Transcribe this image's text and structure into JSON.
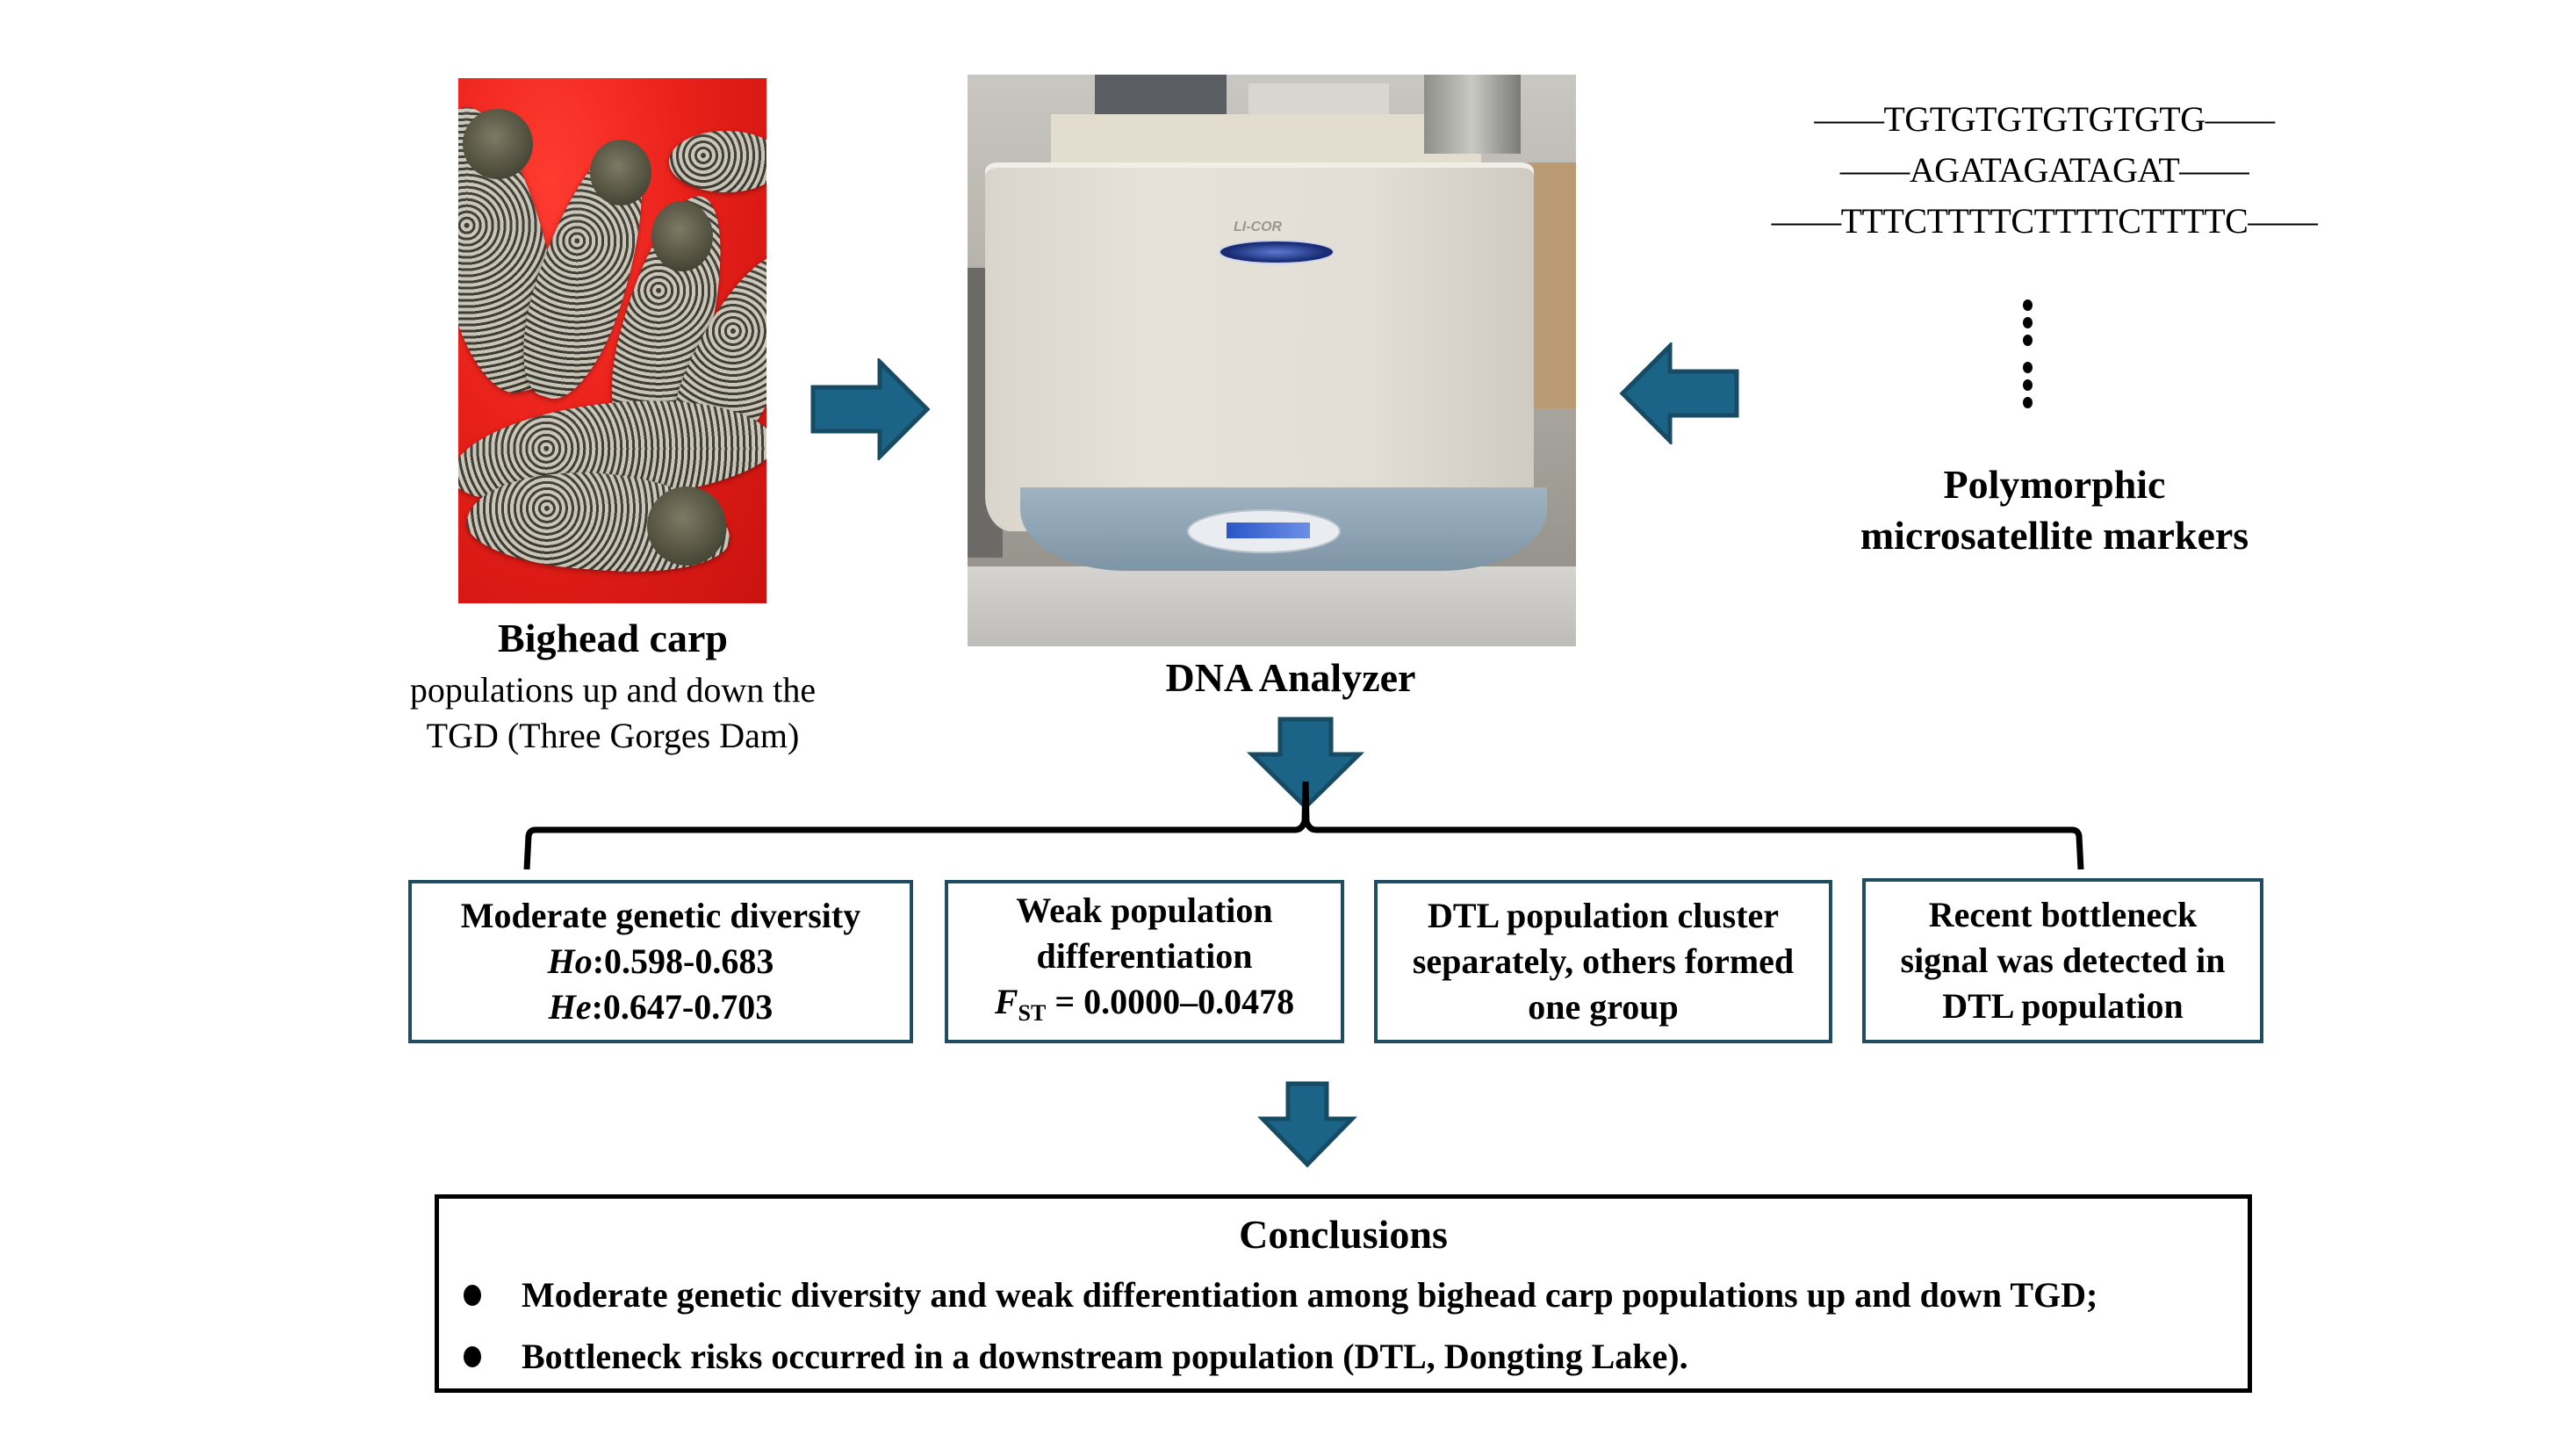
{
  "colors": {
    "arrow_fill": "#1b6487",
    "arrow_stroke": "#174a63",
    "box_border": "#1f4e63",
    "text": "#000000"
  },
  "inputs": {
    "sample_photo_alt": "Bighead carp specimens in a red tub",
    "sample_title": "Bighead carp",
    "sample_subtitle_line1": "populations up and down the",
    "sample_subtitle_line2": "TGD (Three Gorges Dam)"
  },
  "instrument": {
    "photo_alt": "DNA analyzer instrument",
    "brand_text": "LI-COR",
    "title": "DNA Analyzer"
  },
  "markers": {
    "sequences": [
      "——TGTGTGTGTGTGTG——",
      "——AGATAGATAGAT——",
      "——TTTCTTTTCTTTTCTTTTC——"
    ],
    "ellipsis_icon": "vertical-dots-icon",
    "title_line1": "Polymorphic",
    "title_line2": "microsatellite markers"
  },
  "arrows": {
    "sample_to_analyzer": "arrow-right-icon",
    "markers_to_analyzer": "arrow-left-icon",
    "analyzer_to_results": "arrow-down-icon",
    "results_to_conclusions": "arrow-down-icon"
  },
  "results": [
    {
      "line1": "Moderate genetic diversity",
      "ho_label": "Ho",
      "ho_value": ":0.598-0.683",
      "he_label": "He",
      "he_value": ":0.647-0.703"
    },
    {
      "line1": "Weak population",
      "line2": "differentiation",
      "fst_label": "F",
      "fst_sub": "ST",
      "fst_value": " = 0.0000–0.0478"
    },
    {
      "line1": "DTL population cluster",
      "line2": "separately, others formed",
      "line3": "one group"
    },
    {
      "line1": "Recent bottleneck",
      "line2": "signal was detected in",
      "line3": "DTL population"
    }
  ],
  "conclusions": {
    "title": "Conclusions",
    "items": [
      "Moderate genetic diversity and weak differentiation among bighead carp populations up and down TGD;",
      "Bottleneck risks occurred in a downstream population (DTL, Dongting Lake)."
    ]
  }
}
